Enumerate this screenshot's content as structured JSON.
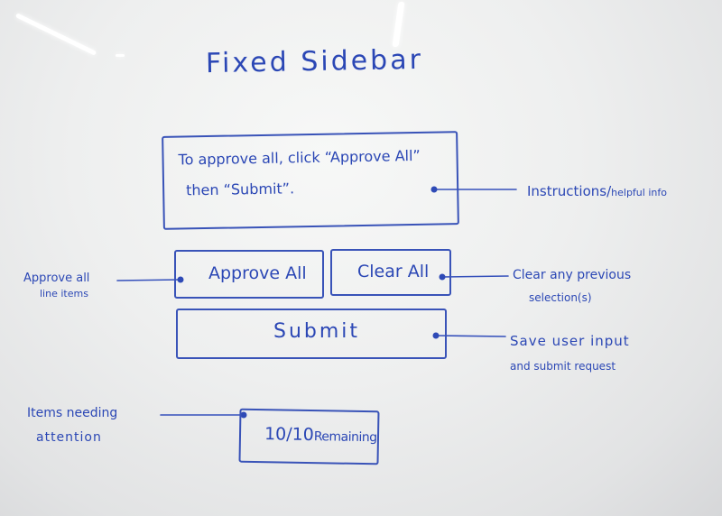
{
  "title": "Fixed Sidebar",
  "instructions": {
    "line1": "To approve all, click “Approve All”",
    "line2": "then “Submit”."
  },
  "buttons": {
    "approve_all": "Approve All",
    "clear_all": "Clear All",
    "submit": "Submit"
  },
  "counter": {
    "value": "10/10",
    "suffix": "Remaining"
  },
  "annotations": {
    "instructions_main": "Instructions/",
    "instructions_small": "helpful info",
    "approve_line1": "Approve all",
    "approve_line2": "line items",
    "clear_line1": "Clear any previous",
    "clear_line2": "selection(s)",
    "submit_line1": "Save user input",
    "submit_line2": "and submit request",
    "items_line1": "Items needing",
    "items_line2": "attention"
  },
  "colors": {
    "ink": "#2b47b5",
    "board": "#eeefef"
  }
}
